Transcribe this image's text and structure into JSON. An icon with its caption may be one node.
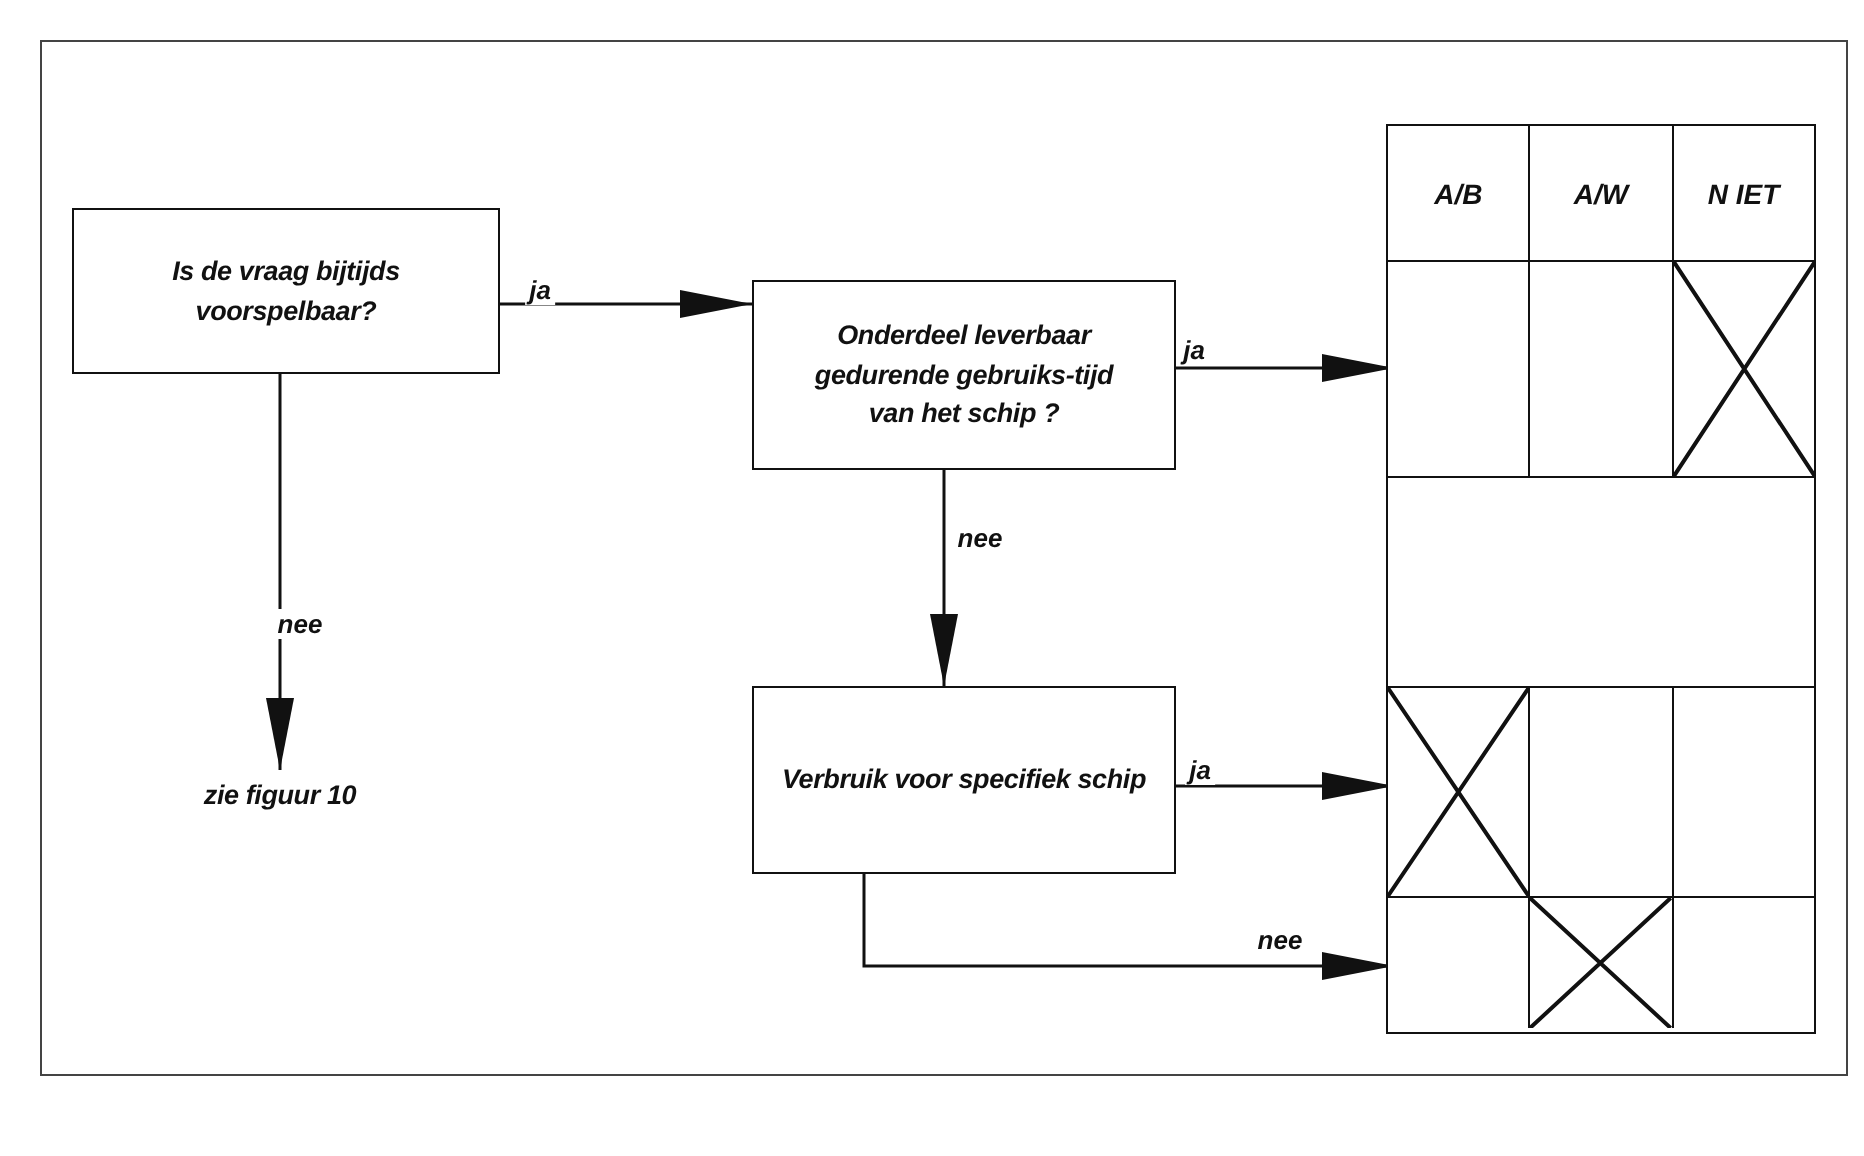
{
  "diagram": {
    "nodes": [
      {
        "text": [
          "Is de vraag bijtijds voorspelbaar?"
        ]
      },
      {
        "text": [
          "Onderdeel leverbaar gedurende gebruiks-tijd van het schip ?"
        ]
      },
      {
        "text": [
          "Verbruik voor specifiek schip"
        ]
      },
      {
        "text": [
          "zie figuur 10"
        ]
      },
      {
        "text": [],
        "shape": "box"
      },
      {
        "text": [],
        "shape": "box",
        "in": 4
      },
      {
        "text": [],
        "shape": "box",
        "in": 4
      },
      {
        "text": [],
        "shape": "box",
        "in": 4
      },
      {
        "text": [],
        "shape": "box",
        "in": 4
      }
    ],
    "edges": [
      {
        "from": 0,
        "to": 1,
        "arrow": "to",
        "label": "ja"
      },
      {
        "from": 0,
        "to": 3,
        "arrow": "to",
        "label": "nee"
      },
      {
        "from": 1,
        "to": 5,
        "arrow": "to",
        "label": "ja"
      },
      {
        "from": 1,
        "to": 2,
        "arrow": "to",
        "label": "nee"
      },
      {
        "from": 2,
        "to": 7,
        "arrow": "to",
        "label": "ja"
      },
      {
        "from": 2,
        "to": 8,
        "arrow": "to",
        "label": "nee"
      }
    ],
    "labels": [
      "A/B",
      "A/W",
      "N IET"
    ]
  }
}
